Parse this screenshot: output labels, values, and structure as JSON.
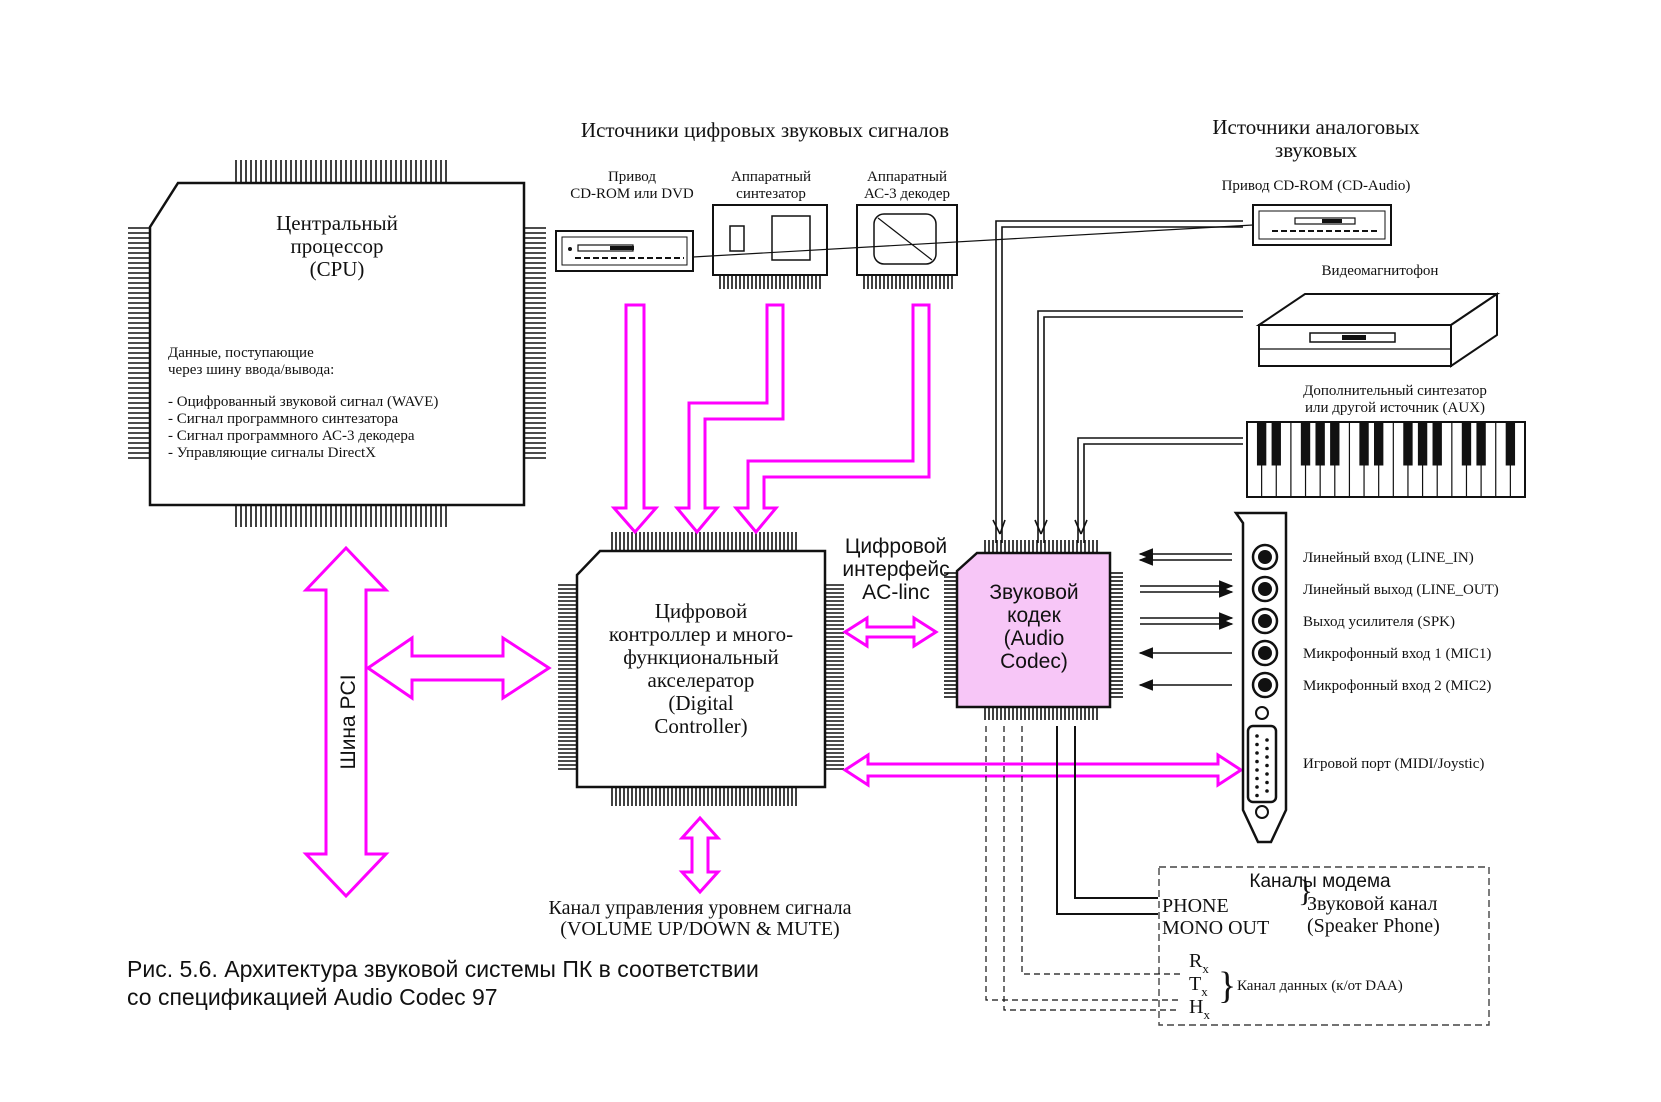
{
  "headers": {
    "digital_sources": "Источники цифровых звуковых сигналов",
    "analog_sources": [
      "Источники аналоговых",
      "звуковых"
    ]
  },
  "cpu": {
    "title": [
      "Центральный",
      "процессор",
      "(CPU)"
    ],
    "desc_intro": [
      "Данные, поступающие",
      "через шину ввода/вывода:"
    ],
    "desc_items": [
      "- Оцифрованный звуковой сигнал (WAVE)",
      "- Сигнал программного синтезатора",
      "- Сигнал программного АС-3 декодера",
      "- Управляющие сигналы DirectX"
    ]
  },
  "digital_devices": {
    "cdrom": [
      "Привод",
      "CD-ROM или DVD"
    ],
    "synth": [
      "Аппаратный",
      "синтезатор"
    ],
    "ac3": [
      "Аппаратный",
      "АС-3 декодер"
    ]
  },
  "analog_devices": {
    "cdaudio": "Привод CD-ROM (CD-Audio)",
    "vcr": "Видеомагнитофон",
    "aux": [
      "Дополнительный синтезатор",
      "или другой источник (AUX)"
    ]
  },
  "controller": {
    "title": [
      "Цифровой",
      "контроллер и много-",
      "функциональный",
      "акселератор",
      "(Digital",
      "Controller)"
    ]
  },
  "codec": {
    "title": [
      "Звуковой",
      "кодек",
      "(Audio",
      "Codec)"
    ],
    "fill": "#f7c6f7"
  },
  "aclink": [
    "Цифровой",
    "интерфейс",
    "AC-linc"
  ],
  "bus_label": "Шина PCI",
  "ports": [
    "Линейный вход (LINE_IN)",
    "Линейный выход (LINE_OUT)",
    "Выход усилителя (SPK)",
    "Микрофонный вход 1 (MIC1)",
    "Микрофонный вход 2 (MIC2)"
  ],
  "game_port": "Игровой порт (MIDI/Joystic)",
  "volume": [
    "Канал управления уровнем сигнала",
    "(VOLUME UP/DOWN & MUTE)"
  ],
  "modem": {
    "title": "Каналы модема",
    "phone": "PHONE",
    "mono": "MONO OUT",
    "speaker": [
      "Звуковой канал",
      "(Speaker Phone)"
    ],
    "rx": "R",
    "tx": "T",
    "hx": "H",
    "sub": "x",
    "data_channel": "Канал данных (к/от DAA)"
  },
  "caption": [
    "Рис. 5.6. Архитектура звуковой системы ПК в соответствии",
    "со спецификацией Audio Codec 97"
  ],
  "colors": {
    "magenta": "#ff00ff",
    "ink": "#111111"
  }
}
